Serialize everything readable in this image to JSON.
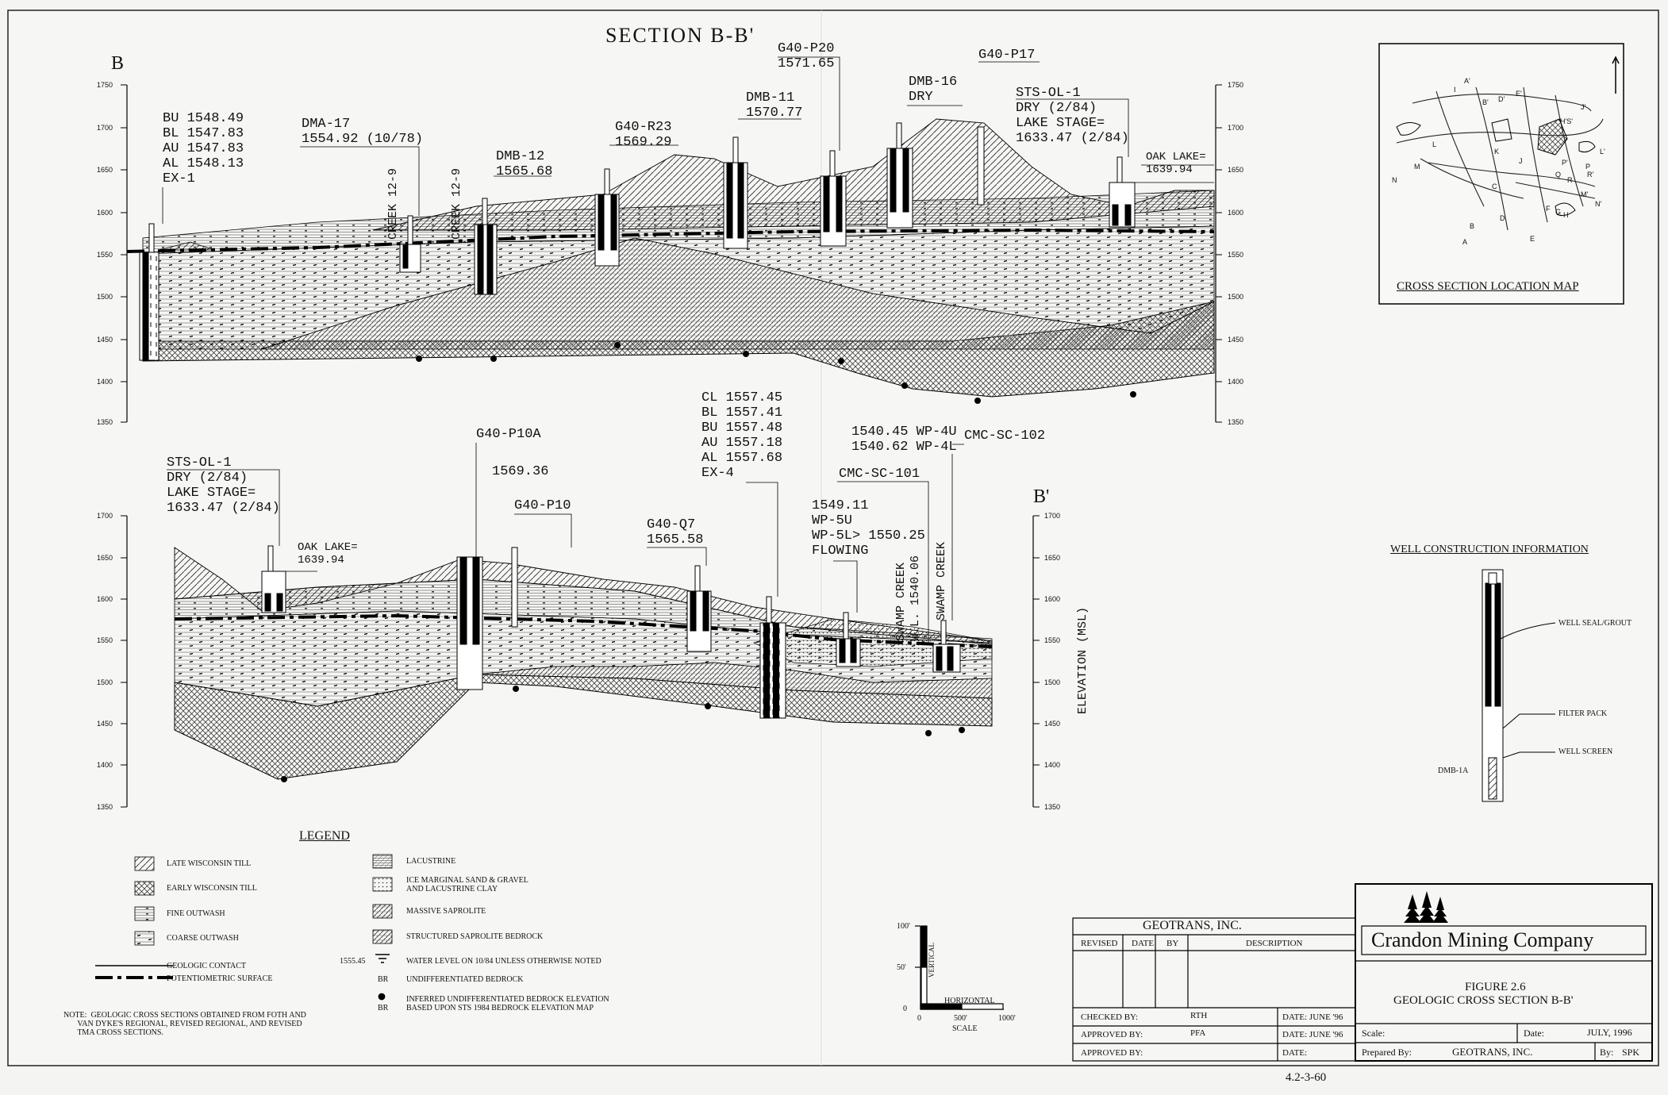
{
  "title": "SECTION B-B'",
  "end_labels": {
    "left": "B",
    "right": "B'"
  },
  "upper_axis_ticks": [
    "1750",
    "1700",
    "1650",
    "1600",
    "1550",
    "1500",
    "1450",
    "1400",
    "1350"
  ],
  "lower_axis_ticks": [
    "1700",
    "1650",
    "1600",
    "1550",
    "1500",
    "1450",
    "1400",
    "1350"
  ],
  "elevation_axis_label": "ELEVATION (MSL)",
  "upper_labels": {
    "ex1": "BU 1548.49\nBL 1547.83\nAU 1547.83\nAL 1548.13\nEX-1",
    "dma17": "DMA-17\n1554.92 (10/78)",
    "creek1": "CREEK 12-9",
    "creek2": "CREEK 12-9",
    "dmb12": "DMB-12\n1565.68",
    "r23": "G40-R23\n1569.29",
    "dmb11": "DMB-11\n1570.77",
    "p20": "G40-P20\n1571.65",
    "dmb16": "DMB-16\nDRY",
    "p17": "G40-P17",
    "stsol1": "STS-OL-1\nDRY (2/84)\nLAKE STAGE=\n1633.47 (2/84)",
    "oaklake": "OAK LAKE=\n1639.94"
  },
  "lower_labels": {
    "stsol1": "STS-OL-1\nDRY (2/84)\nLAKE STAGE=\n1633.47 (2/84)",
    "oaklake": "OAK LAKE=\n1639.94",
    "p10a": "G40-P10A",
    "p10a_val": "1569.36",
    "p10": "G40-P10",
    "q7": "G40-Q7\n1565.58",
    "ex4": "CL 1557.45\nBL 1557.41\nBU 1557.48\nAU 1557.18\nAL 1557.68\nEX-4",
    "wp4": "1540.45 WP-4U\n1540.62 WP-4L",
    "sc102": "CMC-SC-102",
    "sc101": "CMC-SC-101",
    "wp5": "1549.11\nWP-5U\nWP-5L> 1550.25\nFLOWING",
    "swamp1": "SWAMP CREEK\nW.L. 1540.06",
    "swamp2": "SWAMP CREEK"
  },
  "bedrock_marker": "BR",
  "location_map": {
    "caption": "CROSS SECTION LOCATION MAP",
    "letters": [
      "I",
      "A'",
      "B'",
      "D'",
      "E'",
      "J'",
      "L",
      "M",
      "N",
      "K",
      "F",
      "G",
      "H",
      "L'",
      "P",
      "R'",
      "M'",
      "N'",
      "B",
      "D",
      "C",
      "E",
      "A",
      "H'S'",
      "J",
      "P'",
      "Q",
      "R"
    ]
  },
  "well_construction": {
    "title": "WELL CONSTRUCTION INFORMATION",
    "seal": "WELL SEAL/GROUT",
    "filter": "FILTER PACK",
    "screen": "WELL SCREEN",
    "name": "DMB-1A"
  },
  "legend": {
    "title": "LEGEND",
    "left": [
      "LATE WISCONSIN TILL",
      "EARLY WISCONSIN TILL",
      "FINE OUTWASH",
      "COARSE OUTWASH",
      "GEOLOGIC CONTACT",
      "POTENTIOMETRIC SURFACE"
    ],
    "right": [
      "LACUSTRINE",
      "ICE MARGINAL SAND & GRAVEL\nAND LACUSTRINE CLAY",
      "MASSIVE SAPROLITE",
      "STRUCTURED SAPROLITE BEDROCK"
    ],
    "water_level_value": "1555.45",
    "water_level_text": "WATER LEVEL ON 10/84 UNLESS OTHERWISE NOTED",
    "br_text": "UNDIFFERENTIATED BEDROCK",
    "inferred_text": "INFERRED UNDIFFERENTIATED BEDROCK ELEVATION\nBASED UPON STS 1984 BEDROCK ELEVATION MAP",
    "note": "NOTE:  GEOLOGIC CROSS SECTIONS OBTAINED FROM FOTH AND\n       VAN DYKE'S REGIONAL, REVISED REGIONAL, AND REVISED\n       TMA CROSS SECTIONS."
  },
  "scale": {
    "v100": "100'",
    "v50": "50'",
    "v0": "0",
    "vertical": "VERTICAL",
    "horizontal": "HORIZONTAL",
    "h0": "0",
    "h500": "500'",
    "h1000": "1000'",
    "label": "SCALE"
  },
  "title_block": {
    "firm": "GEOTRANS, INC.",
    "revised": "REVISED",
    "date": "DATE",
    "by": "BY",
    "description": "DESCRIPTION",
    "checked_by": "CHECKED BY:",
    "checked_val": "RTH",
    "checked_date": "DATE: JUNE '96",
    "approved_by1": "APPROVED BY:",
    "approved_val": "PFA",
    "approved_date": "DATE: JUNE '96",
    "approved_by2": "APPROVED BY:",
    "approved_date2": "DATE:",
    "company": "Crandon Mining Company",
    "figure": "FIGURE 2.6",
    "figure_title": "GEOLOGIC CROSS SECTION B-B'",
    "scale": "Scale:",
    "date_label": "Date:",
    "date_val": "JULY, 1996",
    "prepared": "Prepared By:",
    "prepared_val": "GEOTRANS, INC.",
    "by_label": "By:",
    "by_val": "SPK"
  },
  "page_number": "4.2-3-60"
}
